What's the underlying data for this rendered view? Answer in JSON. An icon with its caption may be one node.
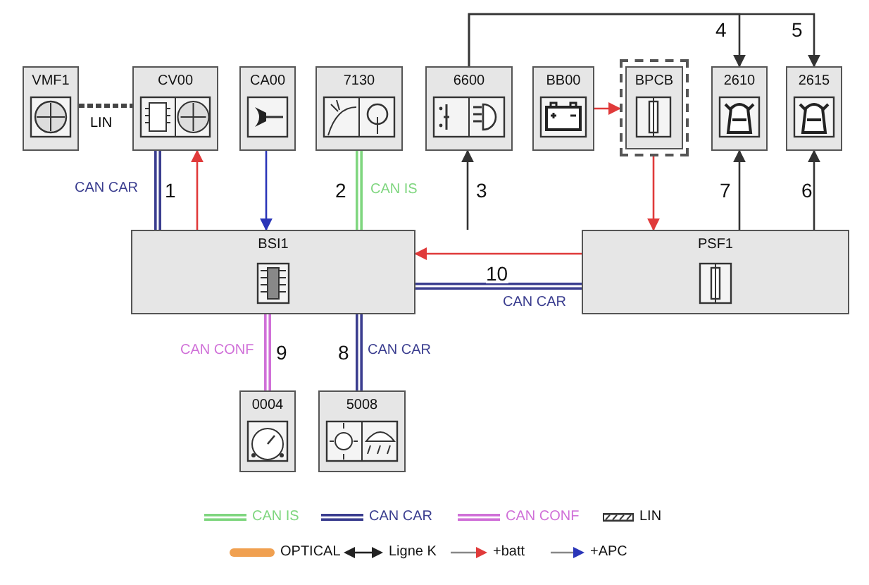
{
  "diagram": {
    "nodes": [
      {
        "text": [
          "VMF1"
        ]
      },
      {
        "text": [
          "CV00"
        ]
      },
      {
        "text": [
          "CA00"
        ]
      },
      {
        "text": [
          "7130"
        ]
      },
      {
        "text": [
          "6600"
        ]
      },
      {
        "text": [
          "BB00"
        ]
      },
      {
        "text": [
          "BPCB"
        ]
      },
      {
        "text": [
          "2610"
        ]
      },
      {
        "text": [
          "2615"
        ]
      },
      {
        "text": [
          "BSI1"
        ]
      },
      {
        "text": [
          "PSF1"
        ]
      },
      {
        "text": [
          "0004"
        ]
      },
      {
        "text": [
          "5008"
        ]
      }
    ],
    "edges": [
      {
        "from": 0,
        "to": 1,
        "arrow": "none",
        "label": "LIN",
        "style": "dashed"
      },
      {
        "from": 1,
        "to": 9,
        "arrow": "none",
        "label": "1",
        "style": "thick",
        "color": "#3a3d8f"
      },
      {
        "from": 9,
        "to": 1,
        "arrow": "to",
        "color": "#e03a3a"
      },
      {
        "from": 2,
        "to": 9,
        "arrow": "to",
        "color": "#2a35b8"
      },
      {
        "from": 3,
        "to": 9,
        "arrow": "none",
        "label": "2",
        "style": "thick",
        "color": "#7fd67f"
      },
      {
        "from": 9,
        "to": 4,
        "arrow": "to",
        "label": "3"
      },
      {
        "from": 4,
        "to": 7,
        "arrow": "to",
        "label": "4"
      },
      {
        "from": 4,
        "to": 8,
        "arrow": "to",
        "label": "5"
      },
      {
        "from": 5,
        "to": 6,
        "arrow": "to",
        "color": "#e03a3a"
      },
      {
        "from": 6,
        "to": 10,
        "arrow": "to",
        "color": "#e03a3a"
      },
      {
        "from": 10,
        "to": 7,
        "arrow": "to",
        "label": "7"
      },
      {
        "from": 10,
        "to": 8,
        "arrow": "to",
        "label": "6"
      },
      {
        "from": 10,
        "to": 9,
        "arrow": "to",
        "color": "#e03a3a"
      },
      {
        "from": 9,
        "to": 10,
        "arrow": "none",
        "label": "10",
        "style": "thick",
        "color": "#3a3d8f"
      },
      {
        "from": 9,
        "to": 11,
        "arrow": "none",
        "label": "9",
        "style": "thick",
        "color": "#d070d8"
      },
      {
        "from": 9,
        "to": 12,
        "arrow": "none",
        "label": "8",
        "style": "thick",
        "color": "#3a3d8f"
      }
    ],
    "labels": [
      "CAN CAR",
      "CAN IS",
      "CAN CAR",
      "CAN CONF",
      "CAN CAR"
    ],
    "legend": [
      {
        "text": "CAN IS",
        "color": "#7fd67f"
      },
      {
        "text": "CAN CAR",
        "color": "#3a3d8f"
      },
      {
        "text": "CAN CONF",
        "color": "#d070d8"
      },
      {
        "text": "LIN"
      },
      {
        "text": "OPTICAL",
        "color": "#f0a050"
      },
      {
        "text": "Ligne K"
      },
      {
        "text": "+batt"
      },
      {
        "text": "+APC"
      }
    ]
  }
}
